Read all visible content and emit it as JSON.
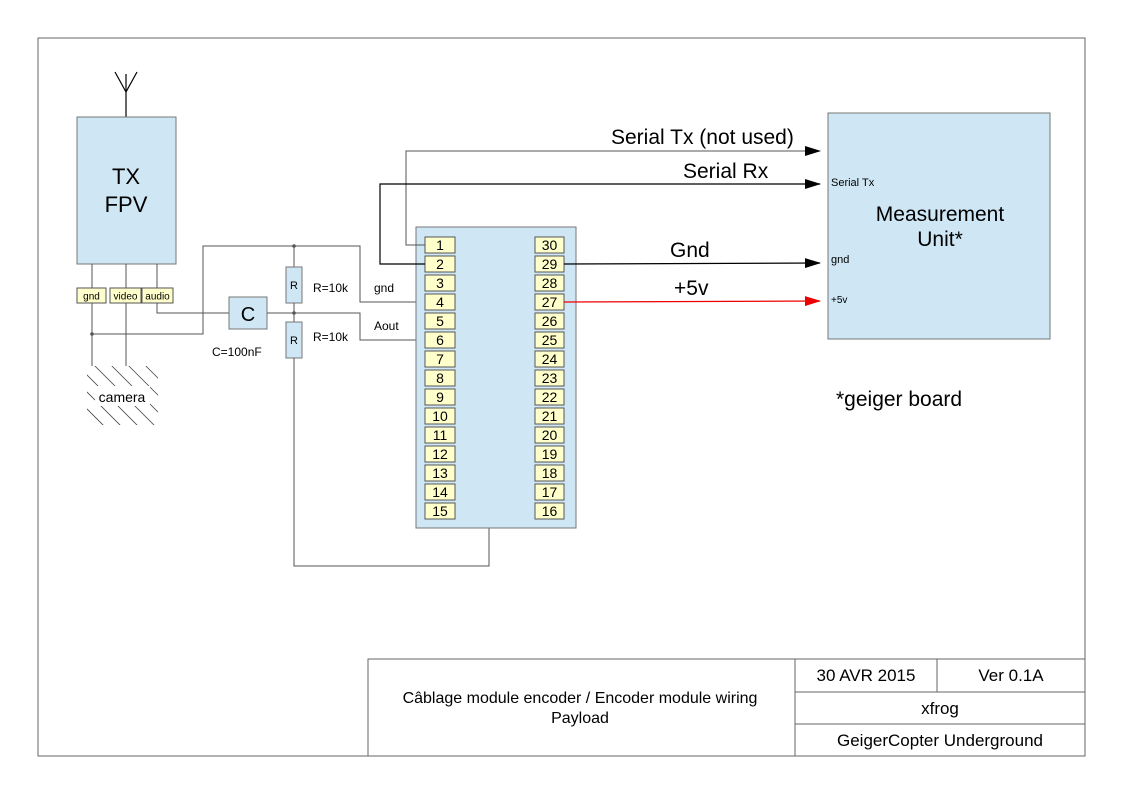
{
  "tx_fpv": {
    "line1": "TX",
    "line2": "FPV"
  },
  "tx_ports": [
    "gnd",
    "video",
    "audio"
  ],
  "camera": {
    "label": "camera"
  },
  "capacitor": {
    "symbol": "C",
    "value": "C=100nF"
  },
  "resistors": [
    {
      "symbol": "R",
      "value": "R=10k"
    },
    {
      "symbol": "R",
      "value": "R=10k"
    }
  ],
  "signal_labels": {
    "gnd": "gnd",
    "aout": "Aout"
  },
  "encoder": {
    "left_pins": [
      "1",
      "2",
      "3",
      "4",
      "5",
      "6",
      "7",
      "8",
      "9",
      "10",
      "11",
      "12",
      "13",
      "14",
      "15"
    ],
    "right_pins": [
      "30",
      "29",
      "28",
      "27",
      "26",
      "25",
      "24",
      "23",
      "22",
      "21",
      "20",
      "19",
      "18",
      "17",
      "16"
    ]
  },
  "connections": {
    "serial_tx": "Serial Tx (not used)",
    "serial_rx": "Serial Rx",
    "gnd": "Gnd",
    "plus5v": "+5v",
    "plus5v_color": "#ee0000"
  },
  "measurement_unit": {
    "title_line1": "Measurement",
    "title_line2": "Unit*",
    "port_serial_tx": "Serial Tx",
    "port_gnd": "gnd",
    "port_5v": "+5v",
    "footnote": "*geiger board"
  },
  "title_block": {
    "description_line1": "Câblage module encoder / Encoder module wiring",
    "description_line2": "Payload",
    "date": "30 AVR 2015",
    "version": "Ver 0.1A",
    "author": "xfrog",
    "project": "GeigerCopter Underground"
  }
}
